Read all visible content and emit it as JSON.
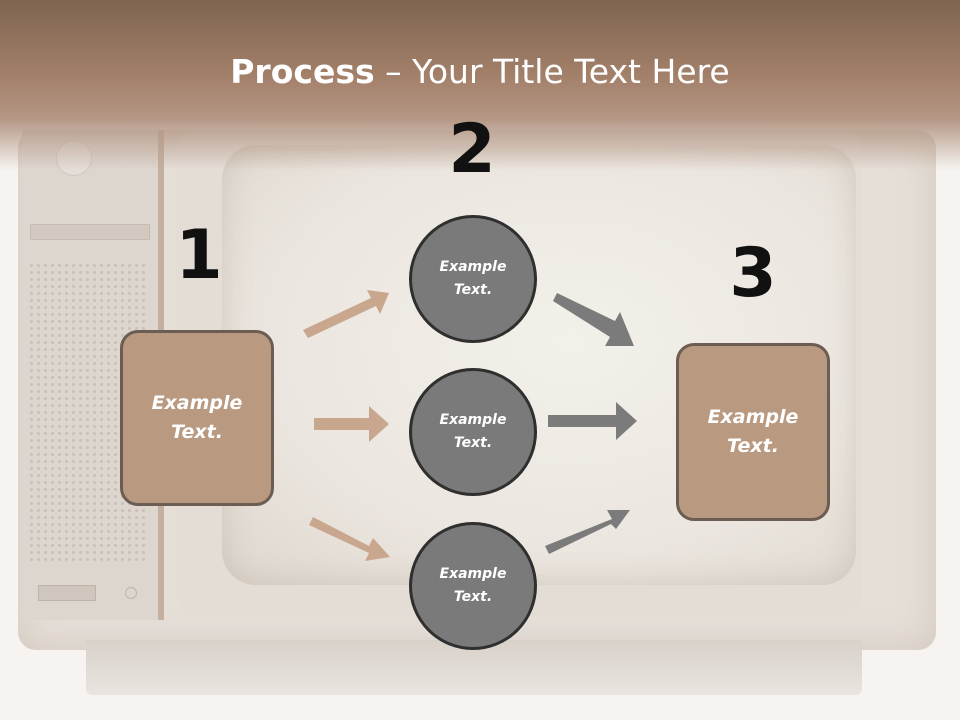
{
  "title": {
    "bold": "Process",
    "rest": " – Your Title Text Here"
  },
  "steps": [
    {
      "number": "1"
    },
    {
      "number": "2"
    },
    {
      "number": "3"
    }
  ],
  "left_box": {
    "text": "Example Text."
  },
  "right_box": {
    "text": "Example Text."
  },
  "circles": [
    {
      "text": "Example Text."
    },
    {
      "text": "Example Text."
    },
    {
      "text": "Example Text."
    }
  ],
  "colors": {
    "box_fill": "#b99980",
    "circle_fill": "#7a7a7a",
    "left_arrows": "#c9a68e",
    "right_arrows": "#7b7b7b"
  }
}
